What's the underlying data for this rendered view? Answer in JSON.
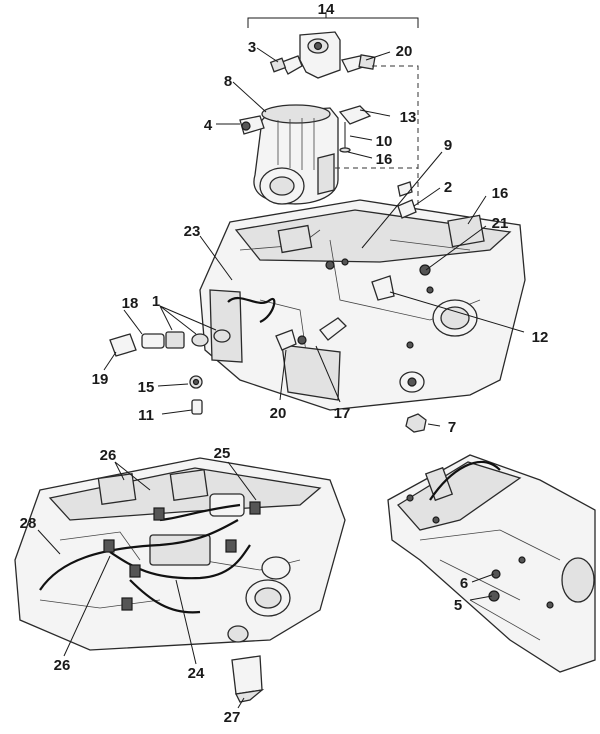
{
  "callouts": [
    {
      "id": "c14",
      "text": "14"
    },
    {
      "id": "c3",
      "text": "3"
    },
    {
      "id": "c20a",
      "text": "20"
    },
    {
      "id": "c8",
      "text": "8"
    },
    {
      "id": "c4",
      "text": "4"
    },
    {
      "id": "c13",
      "text": "13"
    },
    {
      "id": "c10",
      "text": "10"
    },
    {
      "id": "c16a",
      "text": "16"
    },
    {
      "id": "c9",
      "text": "9"
    },
    {
      "id": "c2",
      "text": "2"
    },
    {
      "id": "c16b",
      "text": "16"
    },
    {
      "id": "c21",
      "text": "21"
    },
    {
      "id": "c23",
      "text": "23"
    },
    {
      "id": "c18",
      "text": "18"
    },
    {
      "id": "c1",
      "text": "1"
    },
    {
      "id": "c12",
      "text": "12"
    },
    {
      "id": "c19",
      "text": "19"
    },
    {
      "id": "c15",
      "text": "15"
    },
    {
      "id": "c11",
      "text": "11"
    },
    {
      "id": "c20b",
      "text": "20"
    },
    {
      "id": "c17",
      "text": "17"
    },
    {
      "id": "c7",
      "text": "7"
    },
    {
      "id": "c26a",
      "text": "26"
    },
    {
      "id": "c25",
      "text": "25"
    },
    {
      "id": "c28",
      "text": "28"
    },
    {
      "id": "c26b",
      "text": "26"
    },
    {
      "id": "c24",
      "text": "24"
    },
    {
      "id": "c27",
      "text": "27"
    },
    {
      "id": "c6",
      "text": "6"
    },
    {
      "id": "c5",
      "text": "5"
    }
  ]
}
